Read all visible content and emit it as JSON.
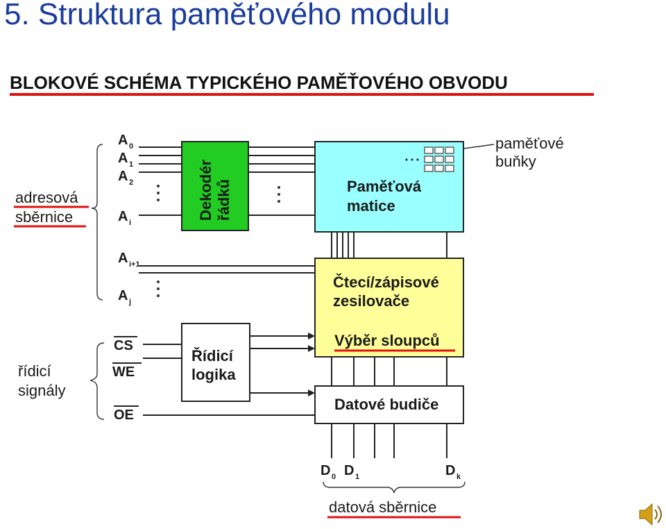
{
  "title": "5. Struktura paměťového modulu",
  "diagram": {
    "heading": "BLOKOVÉ SCHÉMA TYPICKÉHO PAMĚŤOVÉHO OBVODU",
    "address_bus_label": [
      "adresová",
      "sběrnice"
    ],
    "control_signals_label": [
      "řídicí",
      "signály"
    ],
    "address_lines": [
      {
        "main": "A",
        "sub": "0"
      },
      {
        "main": "A",
        "sub": "1"
      },
      {
        "main": "A",
        "sub": "2"
      },
      {
        "main": "A",
        "sub": "i"
      },
      {
        "main": "A",
        "sub": "i+1"
      },
      {
        "main": "A",
        "sub": "j"
      }
    ],
    "control_lines": [
      "CS",
      "WE",
      "OE"
    ],
    "blocks": {
      "row_decoder": [
        "Dekodér",
        "řádků"
      ],
      "memory_matrix": [
        "Paměťová",
        "matice"
      ],
      "read_write_amplifiers": [
        "Čtecí/zápisové",
        "zesilovače"
      ],
      "column_select": "Výběr sloupců",
      "control_logic": [
        "Řídicí",
        "logika"
      ],
      "data_drivers": "Datové budiče"
    },
    "cells_label": [
      "paměťové",
      "buňky"
    ],
    "data_lines": [
      {
        "main": "D",
        "sub": "0"
      },
      {
        "main": "D",
        "sub": "1"
      },
      {
        "main": "D",
        "sub": "k"
      }
    ],
    "data_bus_label": "datová sběrnice",
    "colors": {
      "title": "#1a3c9c",
      "row_decoder": "#22cc22",
      "memory_matrix": "#99ffff",
      "read_write_amplifiers": "#ffff99",
      "underline": "#e01010"
    },
    "icons": [
      "speaker-icon"
    ]
  }
}
